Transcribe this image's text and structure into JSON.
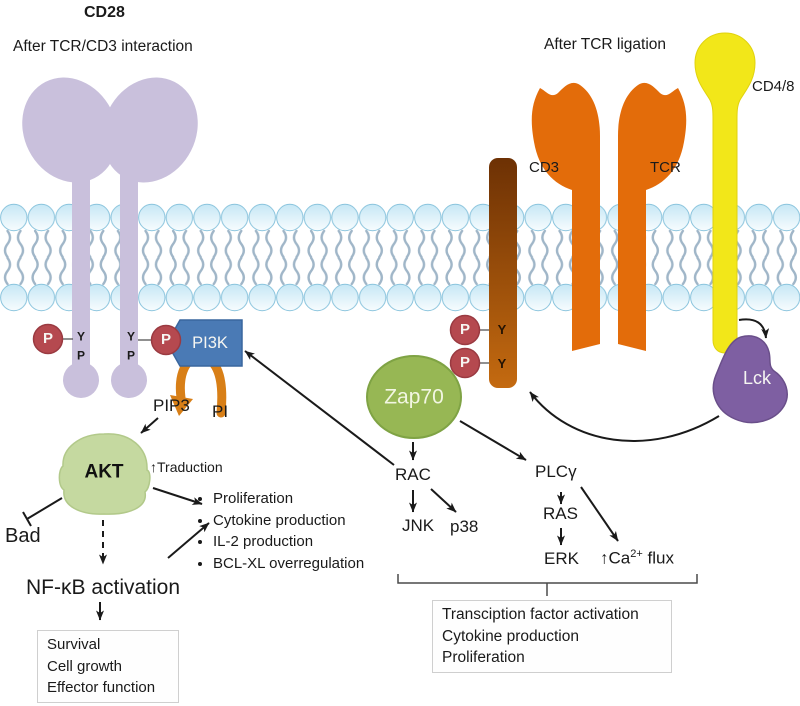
{
  "header": {
    "title": "CD28",
    "left_caption": "After TCR/CD3 interaction",
    "right_caption": "After TCR ligation"
  },
  "receptors": {
    "cd3": "CD3",
    "tcr": "TCR",
    "cd48": "CD4/8",
    "lck": "Lck",
    "zap70": "Zap70"
  },
  "phospho": {
    "p": "P",
    "y": "Y"
  },
  "signaling": {
    "pi3k": "PI3K",
    "pip3": "PIP3",
    "pi": "PI",
    "akt": "AKT",
    "traduction": "↑Traduction",
    "bad": "Bad",
    "nfkb": "NF-κB activation",
    "rac": "RAC",
    "jnk": "JNK",
    "p38": "p38",
    "plcg": "PLCγ",
    "ras": "RAS",
    "erk": "ERK",
    "ca_flux_prefix": "↑Ca",
    "ca_flux_sup": "2+",
    "ca_flux_suffix": " flux"
  },
  "akt_outcomes": [
    "Proliferation",
    "Cytokine production",
    "IL-2 production",
    "BCL-XL overregulation"
  ],
  "survival_box": [
    "Survival",
    "Cell growth",
    "Effector function"
  ],
  "tcr_outcome_box": [
    "Transciption factor activation",
    "Cytokine production",
    "Proliferation"
  ],
  "colors": {
    "cd28_receptor": "#c9c0dc",
    "tcr": "#e36c0a",
    "cd3_dark": "#6d3104",
    "cd3_light": "#c46a10",
    "cd48": "#f2e719",
    "lck": "#7e5fa2",
    "zap70": "#97b754",
    "akt": "#c5d9a0",
    "phospho": "#b5494f",
    "pi3k": "#4a7ab5",
    "pi_cycle_arrow": "#d87f17",
    "membrane_tail": "#a0b6c8"
  }
}
